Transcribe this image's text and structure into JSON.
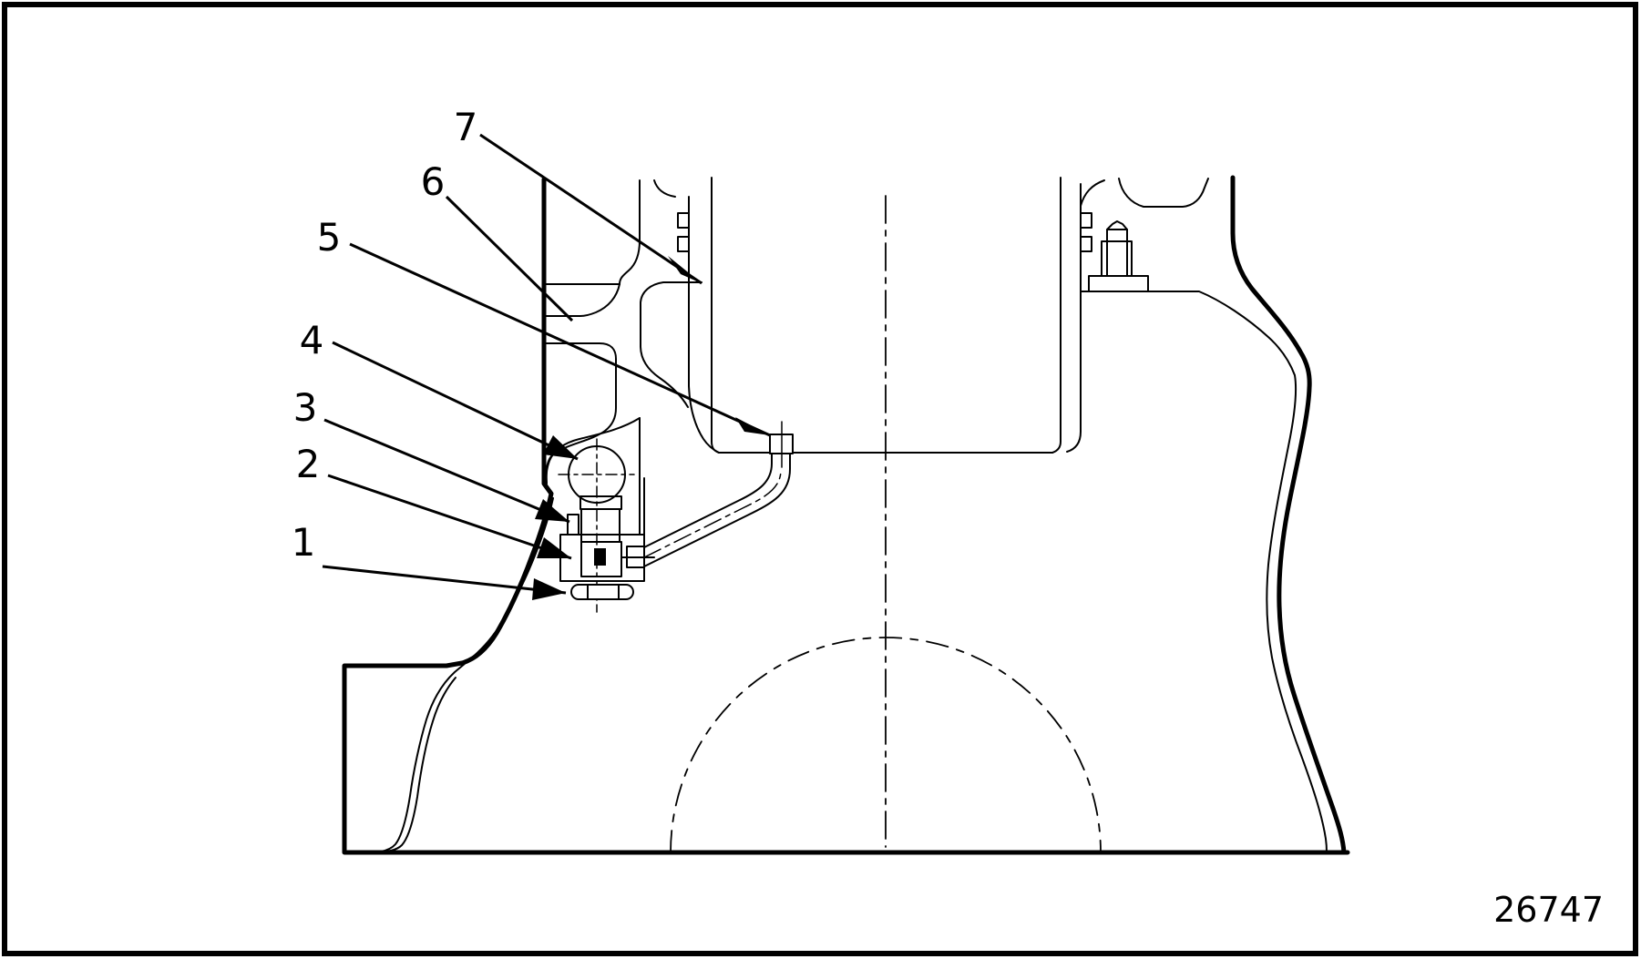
{
  "figure": {
    "number": "26747"
  },
  "callouts": [
    {
      "label": "1"
    },
    {
      "label": "2"
    },
    {
      "label": "3"
    },
    {
      "label": "4"
    },
    {
      "label": "5"
    },
    {
      "label": "6"
    },
    {
      "label": "7"
    }
  ],
  "colors": {
    "line": "#000000",
    "background": "#ffffff"
  }
}
